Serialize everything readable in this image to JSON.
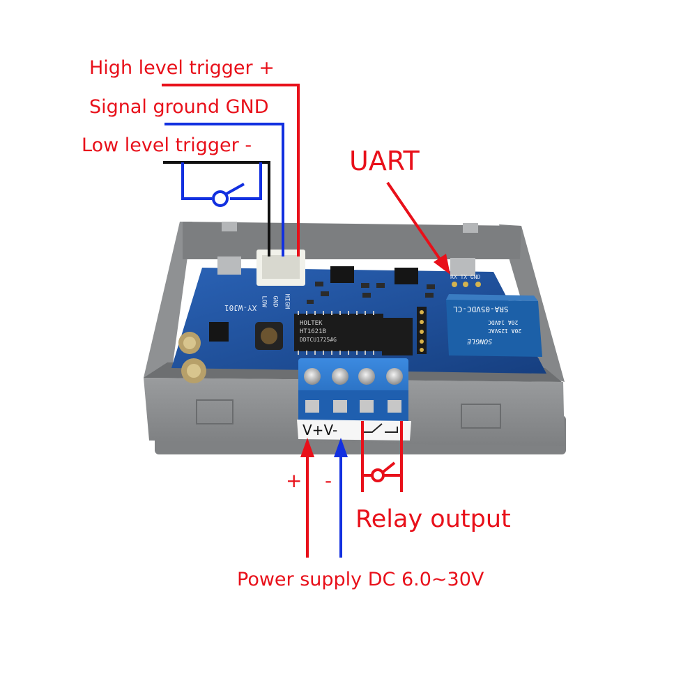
{
  "labels": {
    "high_trigger": "High level trigger",
    "high_trigger_sign": "+",
    "signal_ground": "Signal ground GND",
    "low_trigger": "Low level trigger",
    "low_trigger_sign": "-",
    "uart": "UART",
    "relay_output": "Relay output",
    "power_supply": "Power supply DC 6.0~30V",
    "plus_sign": "+",
    "minus_sign": "-"
  },
  "board": {
    "model": "XY-WJ01",
    "pins": [
      "HIGH",
      "GND",
      "LOW"
    ],
    "uart_pins": "RX  TX GND",
    "relay_model": "SRA-05VDC-CL",
    "relay_ratings": [
      "20A 14VDC",
      "20A 125VAC"
    ],
    "relay_brand": "SONGLE",
    "chip_line1": "HOLTEK",
    "chip_line2": "HT1621B",
    "chip_line3": "DDTCU1725#G",
    "terminal_label": "V+V-"
  },
  "colors": {
    "red_wire": "#e8101a",
    "blue_wire": "#1230e0",
    "black_wire": "#111111",
    "pcb": "#1f4f9e",
    "case": "#8c8e90",
    "terminal": "#2a74c9",
    "relay": "#1c60a8"
  }
}
